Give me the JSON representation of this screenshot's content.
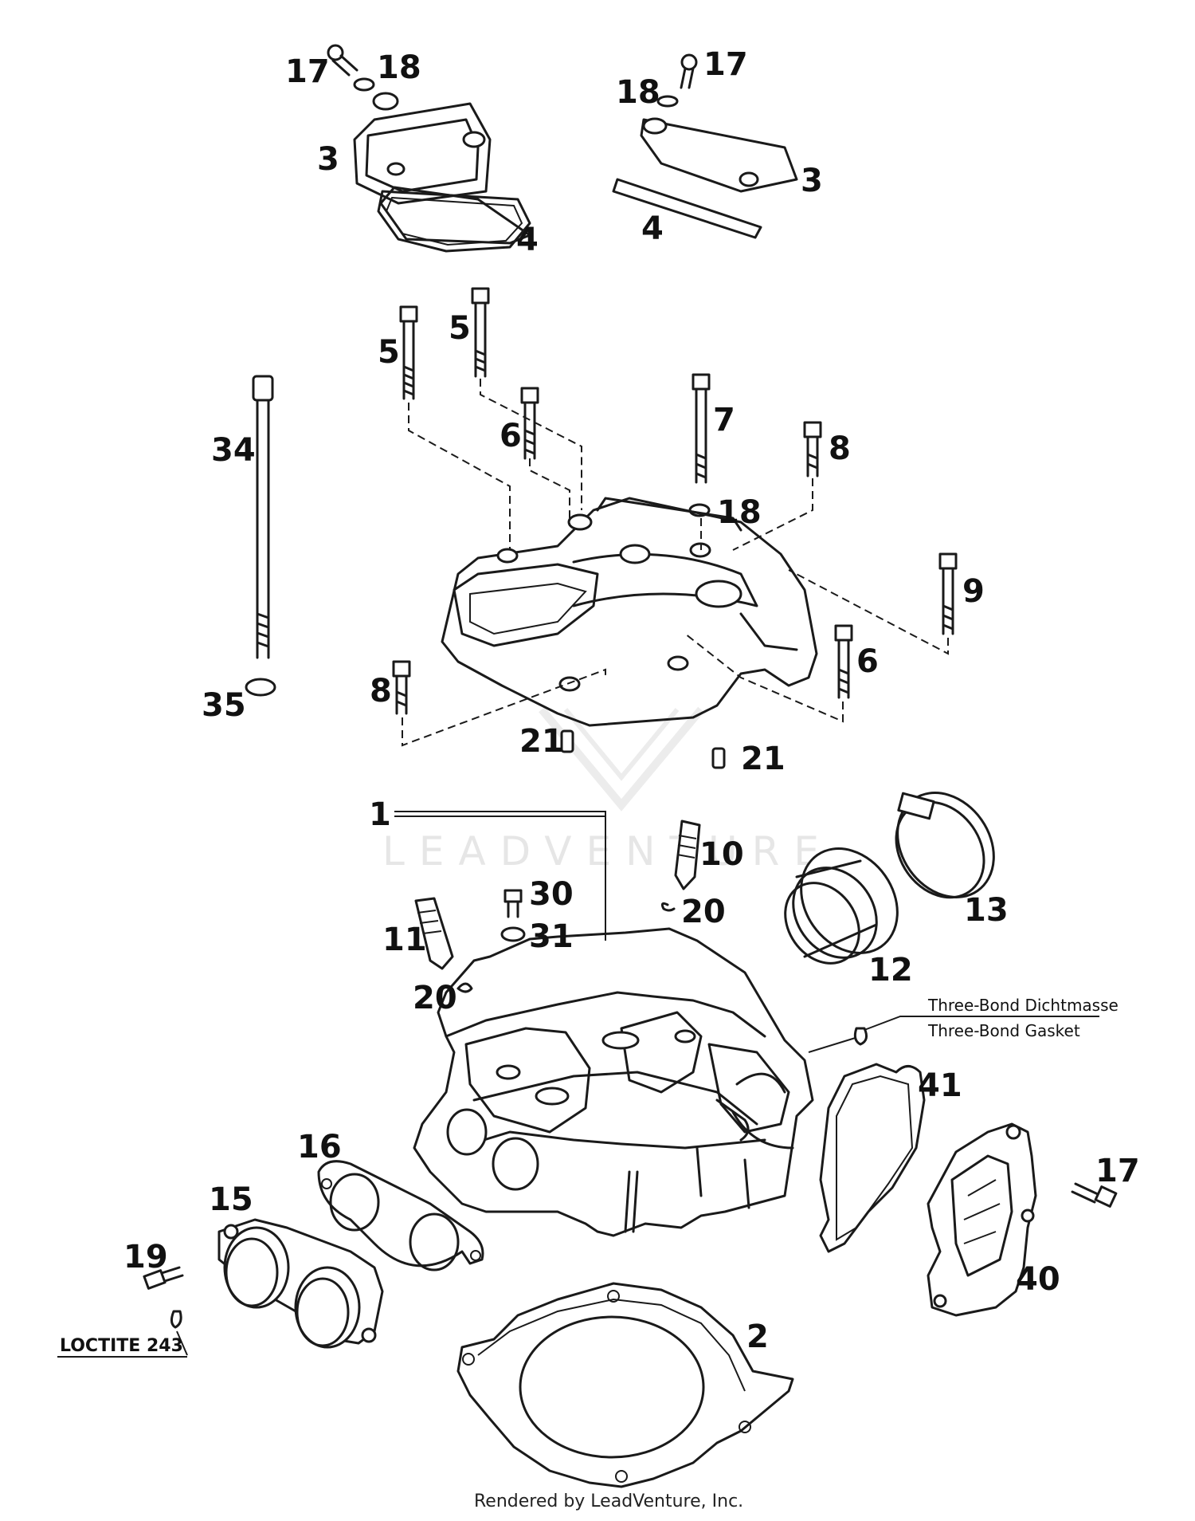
{
  "diagram": {
    "callouts": {
      "c17a": "17",
      "c18a": "18",
      "c3a": "3",
      "c4a": "4",
      "c17b": "17",
      "c18b": "18",
      "c3b": "3",
      "c4b": "4",
      "c5a": "5",
      "c5b": "5",
      "c6a": "6",
      "c7": "7",
      "c8a": "8",
      "c18c": "18",
      "c9": "9",
      "c6b": "6",
      "c8b": "8",
      "c34": "34",
      "c35": "35",
      "c21a": "21",
      "c21b": "21",
      "c1": "1",
      "c10": "10",
      "c20a": "20",
      "c30": "30",
      "c31": "31",
      "c11": "11",
      "c13": "13",
      "c12": "12",
      "c20b": "20",
      "c41": "41",
      "c16": "16",
      "c15": "15",
      "c17c": "17",
      "c19": "19",
      "c40": "40",
      "c2": "2"
    },
    "notes": {
      "three_bond_de": "Three-Bond Dichtmasse",
      "three_bond_en": "Three-Bond Gasket",
      "loctite": "LOCTITE 243"
    },
    "watermark": "LEADVENTURE",
    "footer": "Rendered by LeadVenture, Inc."
  }
}
